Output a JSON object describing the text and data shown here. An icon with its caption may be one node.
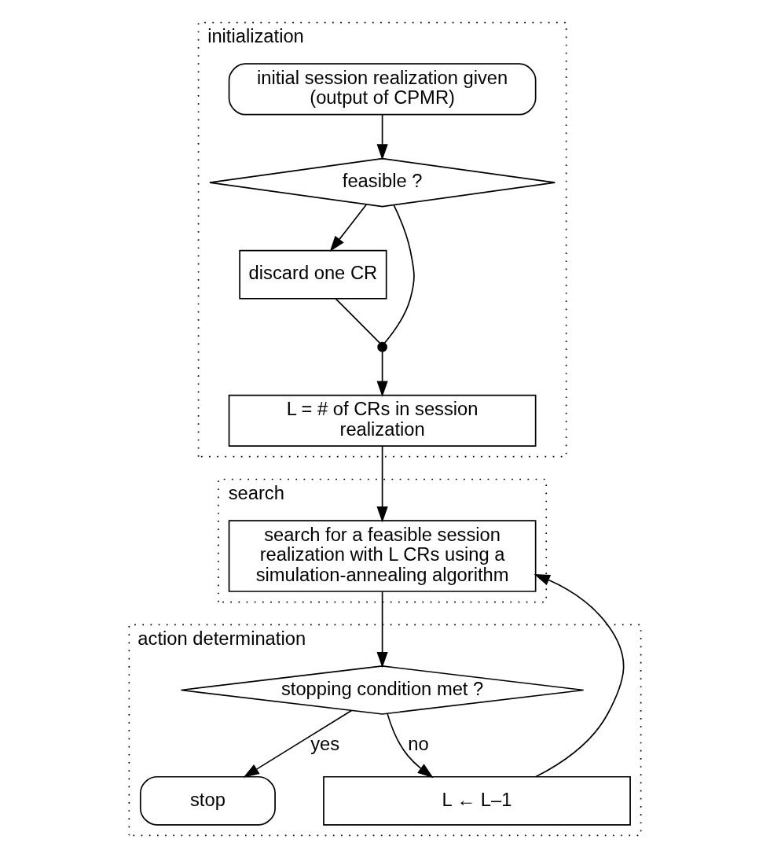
{
  "diagram": {
    "nodes": [
      {
        "text": [
          "initialization"
        ]
      },
      {
        "text": [
          "search"
        ]
      },
      {
        "text": [
          "action determination"
        ]
      },
      {
        "text": [
          "initial session realization given (output of CPMR)"
        ],
        "in": 0
      },
      {
        "text": [
          "feasible ?"
        ],
        "in": 0
      },
      {
        "text": [
          "discard one CR"
        ],
        "in": 0
      },
      {
        "text": [],
        "shape": "circle",
        "in": 0
      },
      {
        "text": [
          "L = # of CRs in session realization"
        ],
        "in": 0
      },
      {
        "text": [
          "search for a feasible session realization with L CRs using a simulation-annealing algorithm"
        ],
        "in": 1
      },
      {
        "text": [
          "stopping condition met ?"
        ],
        "in": 2
      },
      {
        "text": [
          "stop"
        ],
        "in": 2
      },
      {
        "text": [
          "L ← L–1"
        ],
        "in": 2
      }
    ],
    "edges": [
      {
        "from": 3,
        "to": 4,
        "arrow": "to"
      },
      {
        "from": 4,
        "to": 5,
        "arrow": "to"
      },
      {
        "from": 4,
        "to": 6,
        "arrow": "none"
      },
      {
        "from": 5,
        "to": 6,
        "arrow": "none"
      },
      {
        "from": 6,
        "to": 7,
        "arrow": "to"
      },
      {
        "from": 7,
        "to": 8,
        "arrow": "to"
      },
      {
        "from": 8,
        "to": 9,
        "arrow": "to"
      },
      {
        "from": 9,
        "to": 10,
        "arrow": "to",
        "label": "yes"
      },
      {
        "from": 9,
        "to": 11,
        "arrow": "to",
        "label": "no"
      },
      {
        "from": 11,
        "to": 8,
        "arrow": "to"
      }
    ]
  }
}
